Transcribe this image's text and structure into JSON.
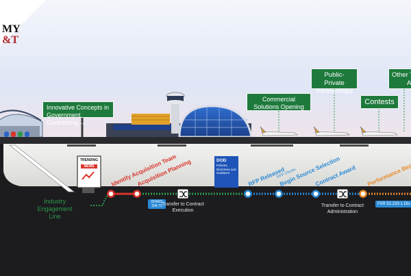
{
  "logo": {
    "line1": "MY",
    "line2": "&T"
  },
  "signs": {
    "innovative": "Innovative Concepts in Government Contracting",
    "innovative_arrow": "→",
    "commercial": "Commercial Solutions Opening",
    "ppp": "Public-Private Partnerships",
    "contests": "Contests",
    "other_line1": "Other T",
    "other_line2": "Au"
  },
  "trending": {
    "label": "TRENDING",
    "news": "NEWS"
  },
  "dod_box": {
    "title": "DOD",
    "body": "Policies, Directives and Guidance"
  },
  "industry_line": "Industry Engagement Line",
  "stops": {
    "identify": "Identify Acquisition Team",
    "planning": "Acquisition Planning",
    "rfp_released": "RFP Released",
    "rfp_closes": "RFP Closes",
    "source_selection": "Begin Source Selection",
    "contract_award": "Contract Award",
    "performance": "Performance Begins"
  },
  "tags": {
    "dfars": "DFARS 204.73",
    "far": "FAR 52.233-1 Dis"
  },
  "transfers": {
    "execution": "Transfer to Contract Execution",
    "administration": "Transfer to Contract Administration"
  },
  "colors": {
    "sign_green": "#1e7a3c",
    "red_line": "#d9342b",
    "green_line": "#2e9a48",
    "blue_line": "#2b8ad6",
    "orange_line": "#e8892b",
    "ground": "#1c1c1f"
  }
}
